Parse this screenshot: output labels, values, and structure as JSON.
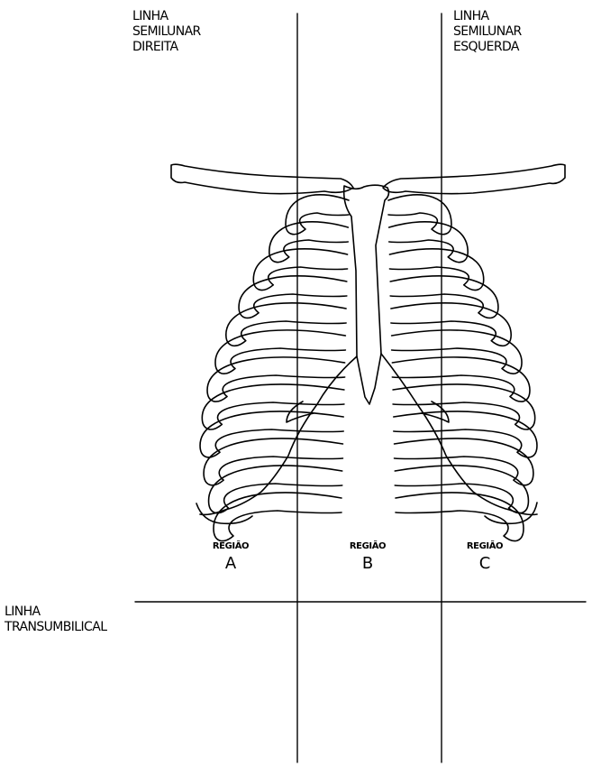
{
  "labels": {
    "right_semilunar": [
      "LINHA",
      "SEMILUNAR",
      "DIREITA"
    ],
    "left_semilunar": [
      "LINHA",
      "SEMILUNAR",
      "ESQUERDA"
    ],
    "transumbilical": [
      "LINHA",
      "TRANSUMBILICAL"
    ]
  },
  "regions": [
    {
      "word": "REGIÃO",
      "letter": "A"
    },
    {
      "word": "REGIÃO",
      "letter": "B"
    },
    {
      "word": "REGIÃO",
      "letter": "C"
    }
  ],
  "colors": {
    "line": "#000000",
    "background": "#ffffff"
  }
}
